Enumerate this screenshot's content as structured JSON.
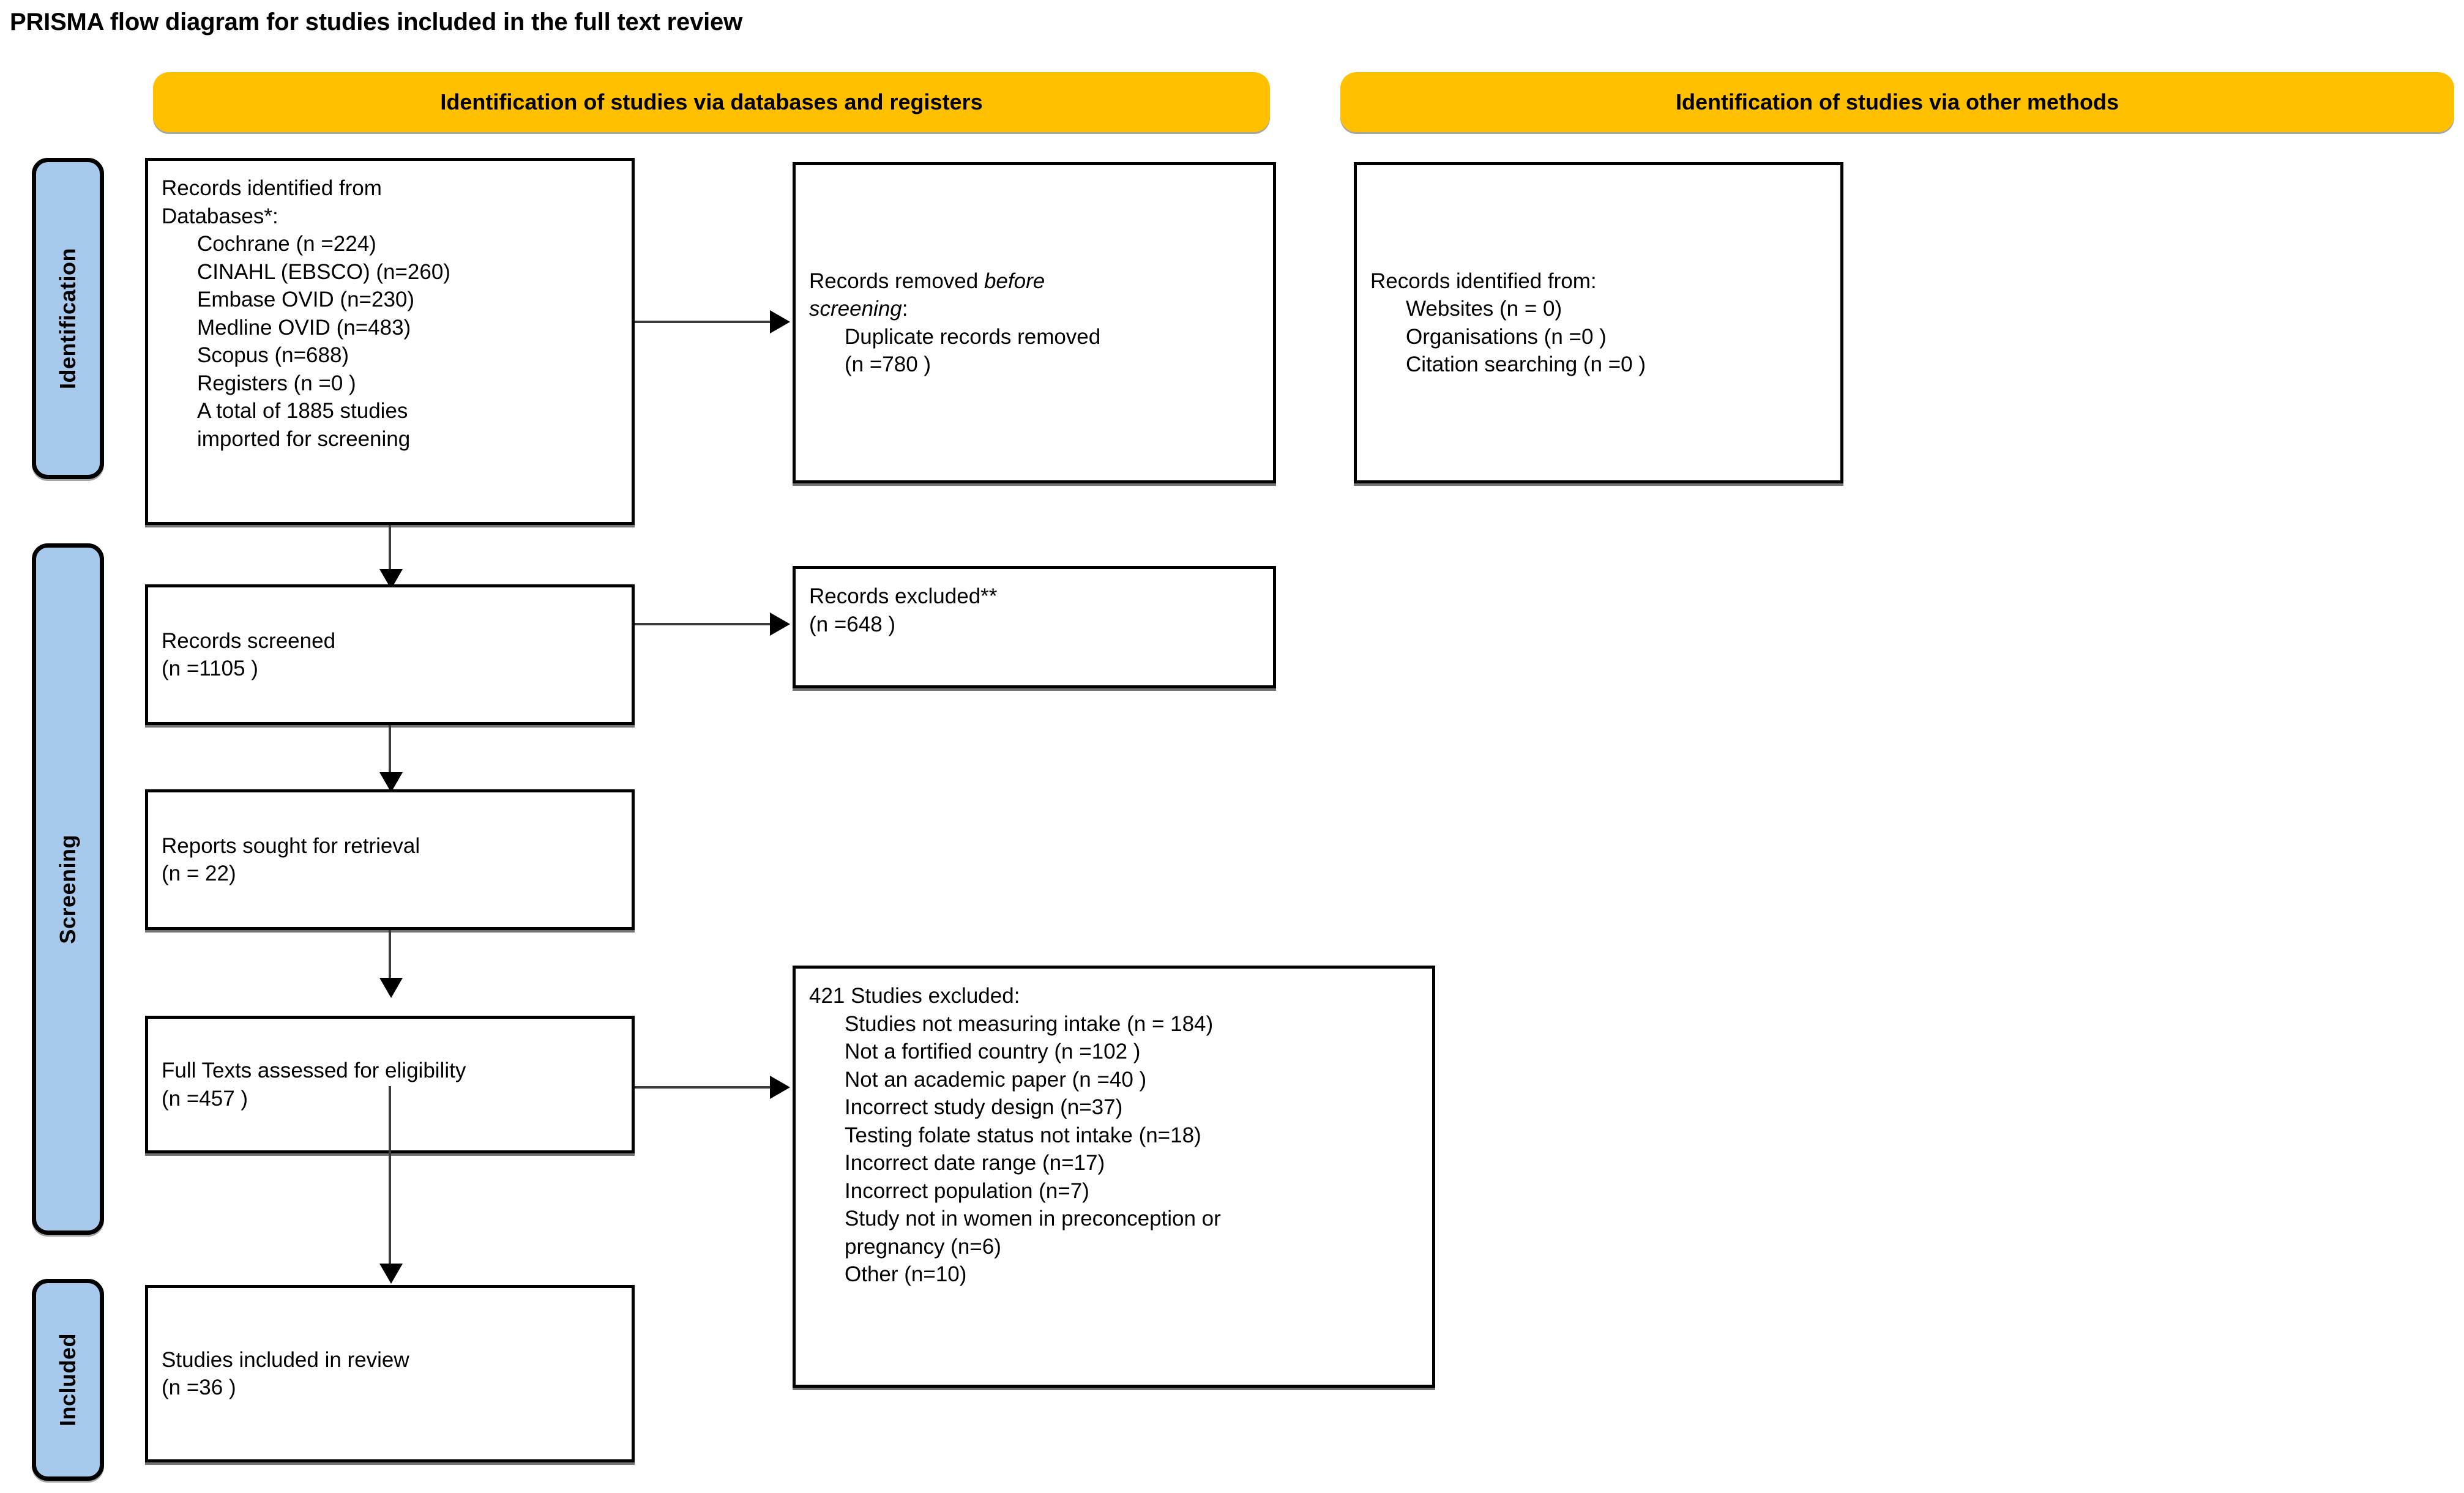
{
  "figure": {
    "title": "PRISMA flow diagram for studies included in the full text review",
    "accent_color": "#FFC000",
    "rail_color": "#A7C9EC",
    "box_border_color": "#000000"
  },
  "banners": {
    "databases": "Identification of studies via databases and registers",
    "other": "Identification of studies via other methods"
  },
  "rails": {
    "identification": "Identification",
    "screening": "Screening",
    "included": "Included"
  },
  "boxes": {
    "records_identified": {
      "line1": "Records identified from",
      "line2": "Databases*:",
      "items": [
        "Cochrane (n =224)",
        "CINAHL (EBSCO) (n=260)",
        "Embase OVID (n=230)",
        "Medline OVID (n=483)",
        "Scopus (n=688)",
        "Registers (n =0 )",
        "A total of 1885 studies",
        "imported for screening"
      ]
    },
    "records_removed": {
      "line1_pre": "Records removed ",
      "line1_em": "before",
      "line2_em": "screening",
      "line2_post": ":",
      "items": [
        "Duplicate records removed",
        "(n =780 )"
      ]
    },
    "other_methods": {
      "line1": "Records identified from:",
      "items": [
        "Websites (n = 0)",
        "Organisations (n =0 )",
        "Citation searching (n =0 )"
      ]
    },
    "records_screened": {
      "line1": "Records screened",
      "line2": "(n =1105 )"
    },
    "records_excluded": {
      "line1": "Records excluded**",
      "line2": "(n =648 )"
    },
    "reports_sought": {
      "line1": "Reports sought for retrieval",
      "line2": "(n = 22)"
    },
    "full_texts": {
      "line1": "Full Texts assessed for eligibility",
      "line2": "(n =457 )"
    },
    "studies_excluded": {
      "line1": "421 Studies excluded:",
      "items": [
        "Studies not measuring intake (n = 184)",
        "Not a fortified country (n =102 )",
        "Not an academic paper (n =40 )",
        "Incorrect study design (n=37)",
        "Testing folate status not intake (n=18)",
        "Incorrect date range (n=17)",
        "Incorrect population (n=7)",
        "Study not in women in preconception or",
        "pregnancy (n=6)",
        "Other (n=10)"
      ]
    },
    "studies_included": {
      "line1": "Studies included in review",
      "line2": "(n =36 )"
    }
  }
}
